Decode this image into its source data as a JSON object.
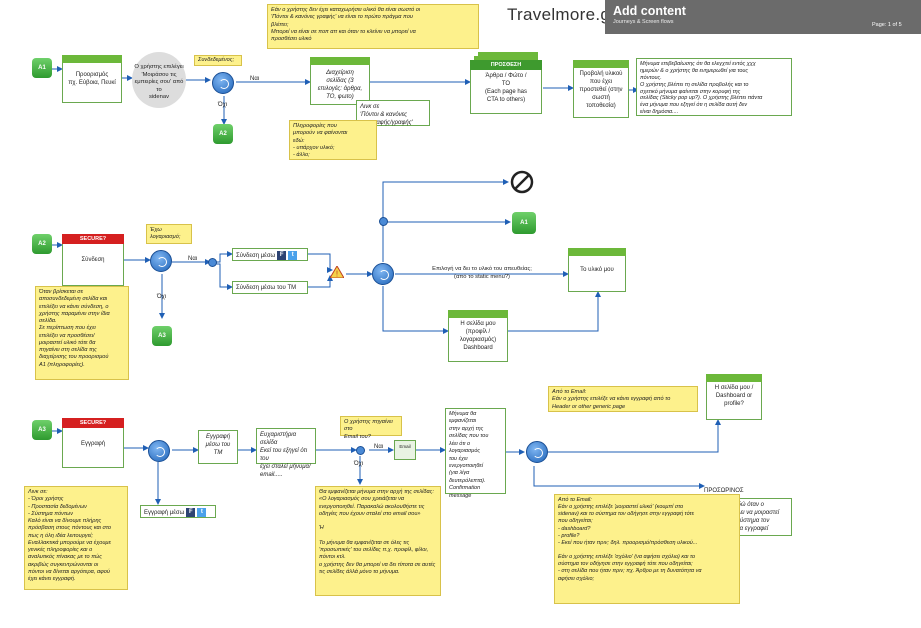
{
  "header": {
    "brand": "Travelmore.gr",
    "title": "Add content",
    "subtitle": "Journeys & Screen flows",
    "page": "Page: 1 of 5"
  },
  "row1": {
    "a1_badge": "A1",
    "a2_badge": "A2",
    "destination": "Προορισμός\nπχ. Εύβοια, Πευκί",
    "ellipse": "Ο χρήστης επιλέγει\n'Μοιράσου τις\nεμπειρίες σου' από το\nsidenav",
    "logged_in_note": "Συνδεδεμένος;",
    "yes": "Ναι",
    "no": "Όχι",
    "manage_page": "Διαχείριση\nσελίδας (3\nεπιλογές: άρθρα,\nΤΟ, φωτο)",
    "terms_box": "Λινκ σε\n'Πόντοι & κανόνες\nσυγγραφής/γραφής'",
    "info_note": "Πληροφορίες που\nμπορούν να φαίνονται\nεδώ:\n- υπάρχον υλικό;\n- άλλο;",
    "top_note": "Εάν ο χρήστης δεν έχει καταχωρήσει υλικό θα είναι σωστό οι\n'Πόντοι & κανόνες γραφής' να είναι το πρώτο πράγμα που\nβλέπει;\nΜπορεί να είναι σε ποπ απ και όταν το κλείνει να μπορεί να\nπροσθέσει υλικό",
    "add_stack_cap": "ΠΡΟΣΘΕΣΗ",
    "add_stack": "Άρθρα / Φώτο /\nΤΟ\n(Each page has\nCTA to others)",
    "preview_box": "Προβολή υλικού\nπου έχει\nπροστεθεί (στην\nσωστή\nτοποθεσία)",
    "right_note": "Μήνυμα επιβεβαίωσης ότι θα ελεγχτεί εντός χχχ\nημερών & ο χρήστης θα ενημερωθεί για τους\nπόντους.\nΟ χρήστης βλέπει τη σελίδα προβολής και το\nσχετικό μήνυμα φαίνεται στην κορυφή της\nσελίδας (Sticky pop up?). Ο χρήστης βλέπει πάντα\nένα μήνυμα που εξηγεί ότι η σελίδα αυτή δεν\nείναι δημόσια...."
  },
  "row2": {
    "a2_badge": "A2",
    "a1_badge": "A1",
    "a3_badge": "A3",
    "secure": "SECURE?",
    "login": "Σύνδεση",
    "account_note": "Έχω\nλογαριασμό;",
    "yes": "Ναι",
    "no": "Όχι",
    "login_social": "Σύνδεση μέσω",
    "login_tm": "Σύνδεση μέσω του TM",
    "choice": "Επιλογή να δει το υλικό του απευθείας;\n(από το static menu?)",
    "my_material": "Το υλικό μου",
    "my_page": "Η σελίδα μου\n(προφίλ /\nλογαριασμός)\nDashboard",
    "left_note": "Όταν βρίσκεται σε\nαποσυνδεδεμένη σελίδα και\nεπιλέξει να κάνει σύνδεση, ο\nχρήστης παραμένει στην ίδια\nσελίδα.\nΣε περίπτωση που έχει\nεπιλέξει να προσθέσει/\nμοιραστεί υλικό τότε θα\nπηγαίνει στη σελίδα της\nδιαχείρισης του προορισμού\nA1 (πληροφορίες)."
  },
  "row3": {
    "a3_badge": "A3",
    "secure": "SECURE?",
    "register": "Εγγραφή",
    "register_tm": "Εγγραφή\nμέσω του\nTM",
    "register_social": "Εγγραφή μέσω",
    "thanks_page": "Ευχαριστήρια σελίδα\nΕκεί του εξηγεί ότι του\nέχει σταλεί μήνυμα/\nemail.....",
    "email_note": "Ο χρήστης πηγαίνει στο\nEmail του?",
    "yes": "Ναι",
    "no": "Όχι",
    "email_icon": "Email",
    "message_box": "Μήνυμα θα\nεμφανίζεται\nστην αρχή της\nσελίδας που του\nλέει ότι ο\nλογαριασμός\nτου έχει\nενεργοποιηθεί\n(για λίγα\nδευτερόλεπτα).\nConfirmation\nmessage",
    "email_from_note": "Από το Email:\nΕάν ο χρήστης επιλέξε να κάνει εγγραφή από το\nHeader or other generic page",
    "dashboard_box": "Η σελίδα μου /\nDashboard or\nprofile?",
    "temp_label": "ΠΡΟΣΩΡΙΝΟΣ",
    "temp_box": "Οδηγείται εδώ όταν ο\nχρήστης θέλει να μοιραστεί\nυλικό & το σύστημα τον\nπροτρέπει να εγγραφεί",
    "bottom_note": "Από το Email:\nΕάν ο χρήστης επιλέξε 'μοιραστεί υλικό' (κουμπί στο\nsidenav) και το σύστημα τον οδήγησε στην εγγραφή τότε\nπου οδηγείται;\n- dashboard?\n- profile?\n-  Εκεί που ήταν πριν; δηλ. προορισμό/πρόσθεση υλικού...\n\nΕάν ο χρήστης επιλέξε 'σχόλιο' (να αφήσει σχόλιο) και το\nσύστημα τον οδήγησε στην εγγραφή τότε που οδηγείται;\n- στη σελίδα που ήταν πριν; πχ. Άρθρο με τη δυνατότητα να\nαφήσει σχόλιο;",
    "center_note": "Θα εμφανίζεται μήνυμα στην αρχή της σελίδας:\n«Ο λογαριασμός σου χρειάζεται να ενεργοποιηθεί. Παρακαλώ ακολουθήστε τις οδηγίες που έχουν σταλεί στο email σου»\n\nΉ\n\nΤο μήνυμα θα εμφανίζεται σε όλες τις 'προσωπικές' του σελίδες π.χ. προφίλ, φίλοι, πόντοι κτλ.\n ο χρήστης δεν θα μπορεί να δει τίποτα σε αυτές τις σελίδες άλλά μόνο το μήνυμα.",
    "left_note": "Λινκ σε:\n- Όροι χρήσης\n- Προστασία δεδομένων\n- Σύστημα πόντων\nΚαλό είναι να δίνουμε πλήρης\nπρόσβαση στους πόντους και στο\nπως η όλη ιδέα λειτουργεί;\nΕναλλακτικά μπορούμε να έχουμε\nγενικές πληροφορίες και ο\nαναλυτικός πίνακας με το πώς\nακριβώς συγκεντρώνονται οι\nπόντοι να δίνεται αργότερα, αφού\nέχει κάνει εγγραφή."
  },
  "social": {
    "facebook": "F",
    "twitter": "t"
  }
}
